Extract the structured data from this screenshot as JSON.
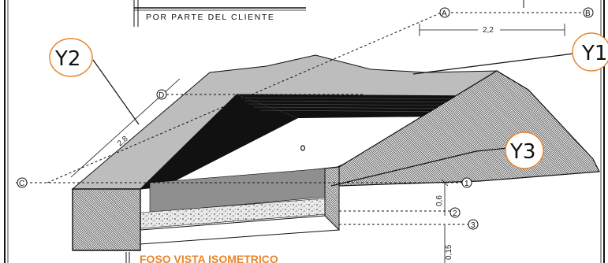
{
  "note_caption": "POR PARTE DEL CLIENTE",
  "view_title": "FOSO VISTA ISOMETRICO",
  "dimensions": {
    "width": "2,2",
    "length": "2,8",
    "depth": "0,6",
    "slab": "0,15"
  },
  "tags": [
    "Y2",
    "Y1",
    "Y3"
  ],
  "grid_markers": [
    "A",
    "B",
    "C",
    "D",
    "1",
    "2",
    "3"
  ],
  "colors": {
    "tag_border": "#e8862c",
    "title": "#e8862c",
    "concrete": "#b5b5b5",
    "water": "#8f8f8f",
    "hatch": "#333333"
  }
}
